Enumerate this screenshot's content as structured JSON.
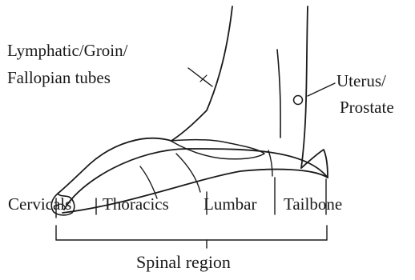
{
  "labels": {
    "lymphatic_line1": "Lymphatic/Groin/",
    "lymphatic_line2": "Fallopian tubes",
    "uterus_line1": "Uterus/",
    "uterus_line2": "Prostate",
    "cervicals": "Cervicals",
    "thoracics": "Thoracics",
    "lumbar": "Lumbar",
    "tailbone": "Tailbone",
    "spinal_region": "Spinal region"
  },
  "colors": {
    "ink": "#1a1a1a",
    "background": "#ffffff"
  }
}
